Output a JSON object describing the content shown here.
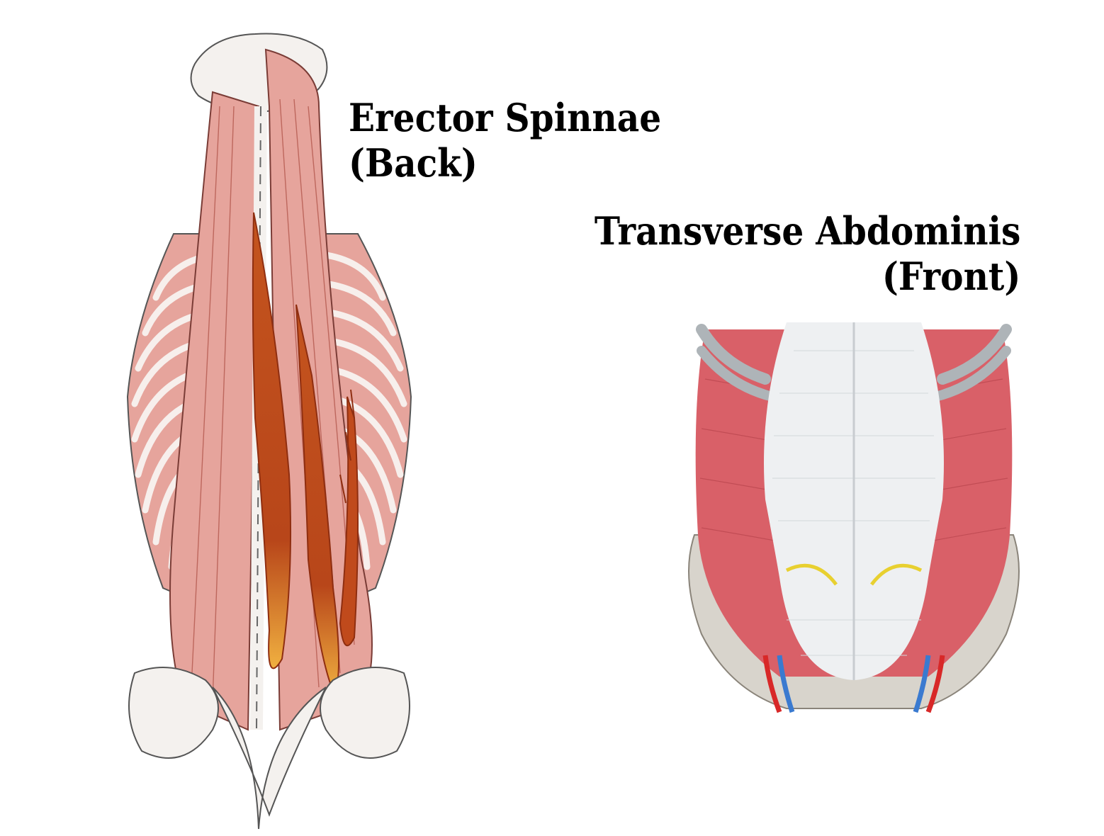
{
  "back_label": {
    "line1": "Erector Spinnae",
    "line2": "(Back)"
  },
  "front_label": {
    "line1": "Transverse Abdominis",
    "line2": "(Front)"
  },
  "colors": {
    "muscle": "#e6a49c",
    "muscle_line": "#b4584e",
    "highlight": "#c8501c",
    "highlight_dark": "#8f2e10",
    "highlight_glow": "#f0b040",
    "bone": "#f4f1ee",
    "transverse_muscle": "#d96068",
    "aponeurosis": "#eef0f2",
    "rib_grey": "#aeb4b8",
    "artery": "#d82828",
    "vein": "#3a7ad0",
    "nerve": "#e8d030"
  }
}
